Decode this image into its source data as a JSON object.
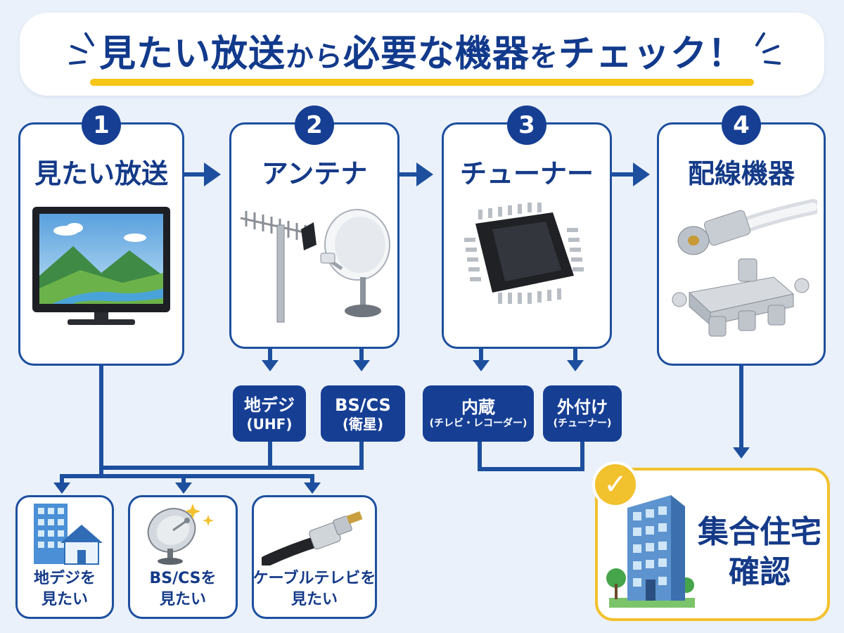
{
  "title": {
    "part1": "見たい放送",
    "part2": "から",
    "part3": "必要な機器",
    "part4": "を",
    "part5": "チェック！"
  },
  "steps": [
    {
      "number": "1",
      "title": "見たい放送",
      "icon": "tv-icon"
    },
    {
      "number": "2",
      "title": "アンテナ",
      "icon": "antenna-icon"
    },
    {
      "number": "3",
      "title": "チューナー",
      "icon": "tuner-chip-icon"
    },
    {
      "number": "4",
      "title": "配線機器",
      "icon": "connector-splitter-icon"
    }
  ],
  "antenna_types": [
    {
      "line1": "地デジ",
      "line2": "(UHF)"
    },
    {
      "line1": "BS/CS",
      "line2": "(衛星)"
    }
  ],
  "tuner_types": [
    {
      "line1": "内蔵",
      "line2": "(チレビ・レコーダー)"
    },
    {
      "line1": "外付け",
      "line2": "(チューナー)"
    }
  ],
  "choices": [
    {
      "line1": "地デジを",
      "line2": "見たい",
      "icon": "building-house-icon"
    },
    {
      "line1": "BS/CSを",
      "line2": "見たい",
      "icon": "satellite-dish-icon"
    },
    {
      "line1": "ケーブルテレビを",
      "line2": "見たい",
      "icon": "cable-icon"
    }
  ],
  "final": {
    "line1": "集合住宅",
    "line2": "確認",
    "icon": "apartment-icon"
  },
  "colors": {
    "navy": "#163f94",
    "accent_yellow": "#f2c12e",
    "background": "#eaf1fa"
  }
}
